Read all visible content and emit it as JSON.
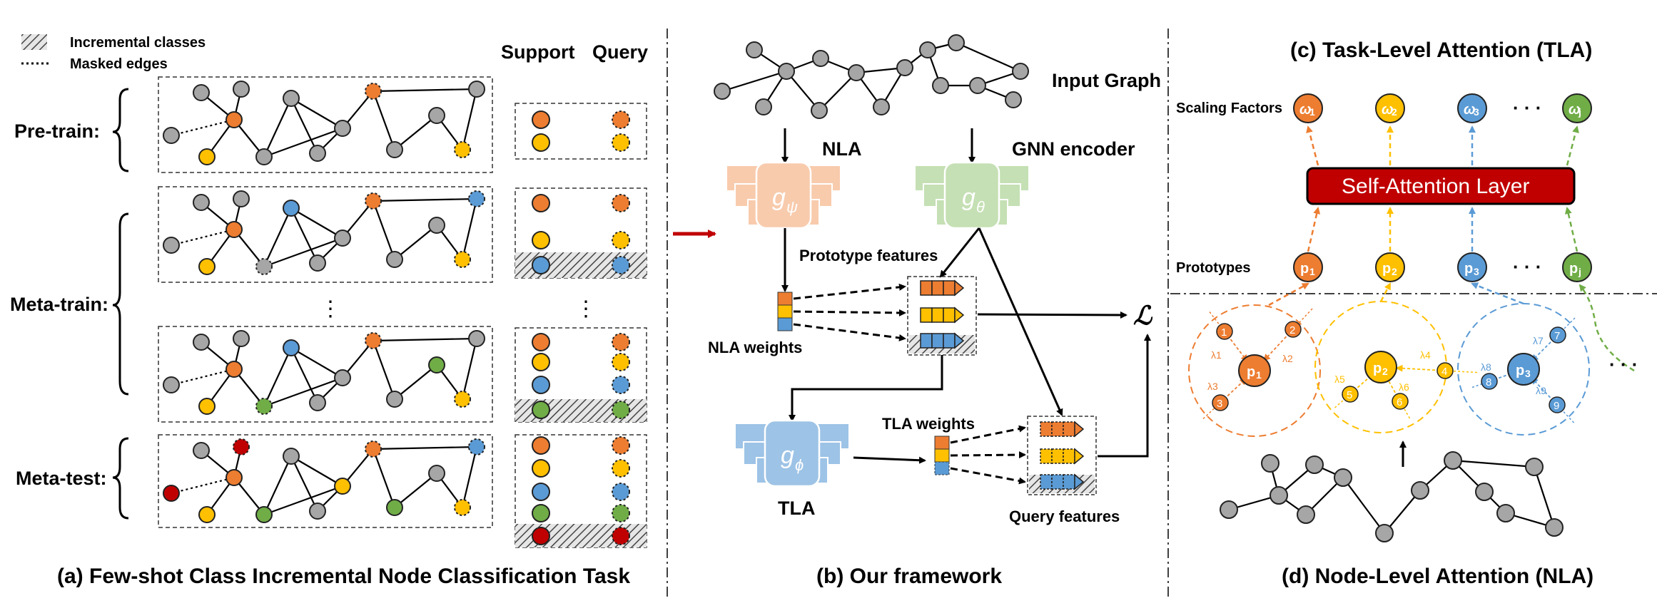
{
  "legend": {
    "incremental": "Incremental classes",
    "masked": "Masked edges"
  },
  "panel_a": {
    "support": "Support",
    "query": "Query",
    "pretrain": "Pre-train:",
    "metatrain": "Meta-train:",
    "metatest": "Meta-test:",
    "dots": "⋮",
    "caption": "(a) Few-shot Class Incremental Node Classification Task"
  },
  "panel_b": {
    "input_graph": "Input Graph",
    "nla": "NLA",
    "gnn_encoder": "GNN encoder",
    "g_psi": "g",
    "g_psi_sub": "ψ",
    "g_theta": "g",
    "g_theta_sub": "θ",
    "g_phi": "g",
    "g_phi_sub": "ϕ",
    "prototype_features": "Prototype features",
    "nla_weights": "NLA weights",
    "tla_weights": "TLA weights",
    "tla": "TLA",
    "query_features": "Query features",
    "loss": "ℒ",
    "caption": "(b) Our framework"
  },
  "panel_c": {
    "title": "(c) Task-Level Attention (TLA)",
    "scaling_factors": "Scaling Factors",
    "self_attention": "Self-Attention Layer",
    "prototypes": "Prototypes",
    "omegas": [
      {
        "base": "ω",
        "sub": "1"
      },
      {
        "base": "ω",
        "sub": "2"
      },
      {
        "base": "ω",
        "sub": "3"
      },
      {
        "base": "ω",
        "sub": "j"
      }
    ],
    "protos": [
      {
        "base": "p",
        "sub": "1"
      },
      {
        "base": "p",
        "sub": "2"
      },
      {
        "base": "p",
        "sub": "3"
      },
      {
        "base": "p",
        "sub": "j"
      }
    ],
    "ellipsis": "· · ·"
  },
  "panel_d": {
    "caption": "(d) Node-Level Attention (NLA)",
    "clusters": [
      {
        "center": "p",
        "center_sub": "1",
        "nodes": [
          "1",
          "2",
          "3"
        ],
        "lambdas": [
          "λ1",
          "λ2",
          "λ3"
        ]
      },
      {
        "center": "p",
        "center_sub": "2",
        "nodes": [
          "4",
          "5",
          "6"
        ],
        "lambdas": [
          "λ4",
          "λ5",
          "λ6"
        ]
      },
      {
        "center": "p",
        "center_sub": "3",
        "nodes": [
          "7",
          "8",
          "9"
        ],
        "lambdas": [
          "λ7",
          "λ8",
          "λ9"
        ]
      }
    ],
    "ellipsis": "· · ·"
  },
  "colors": {
    "orange": "#ED7D31",
    "yellow": "#FFC000",
    "blue": "#5B9BD5",
    "green": "#70AD47",
    "red": "#C00000",
    "gray": "#A6A6A6",
    "peach": "#F8CBAD",
    "mint": "#C5E0B4",
    "sky": "#9DC3E6"
  },
  "icons": [
    "hatch-swatch-icon",
    "dotted-line-icon",
    "arrow-icon",
    "loss-symbol-icon"
  ]
}
